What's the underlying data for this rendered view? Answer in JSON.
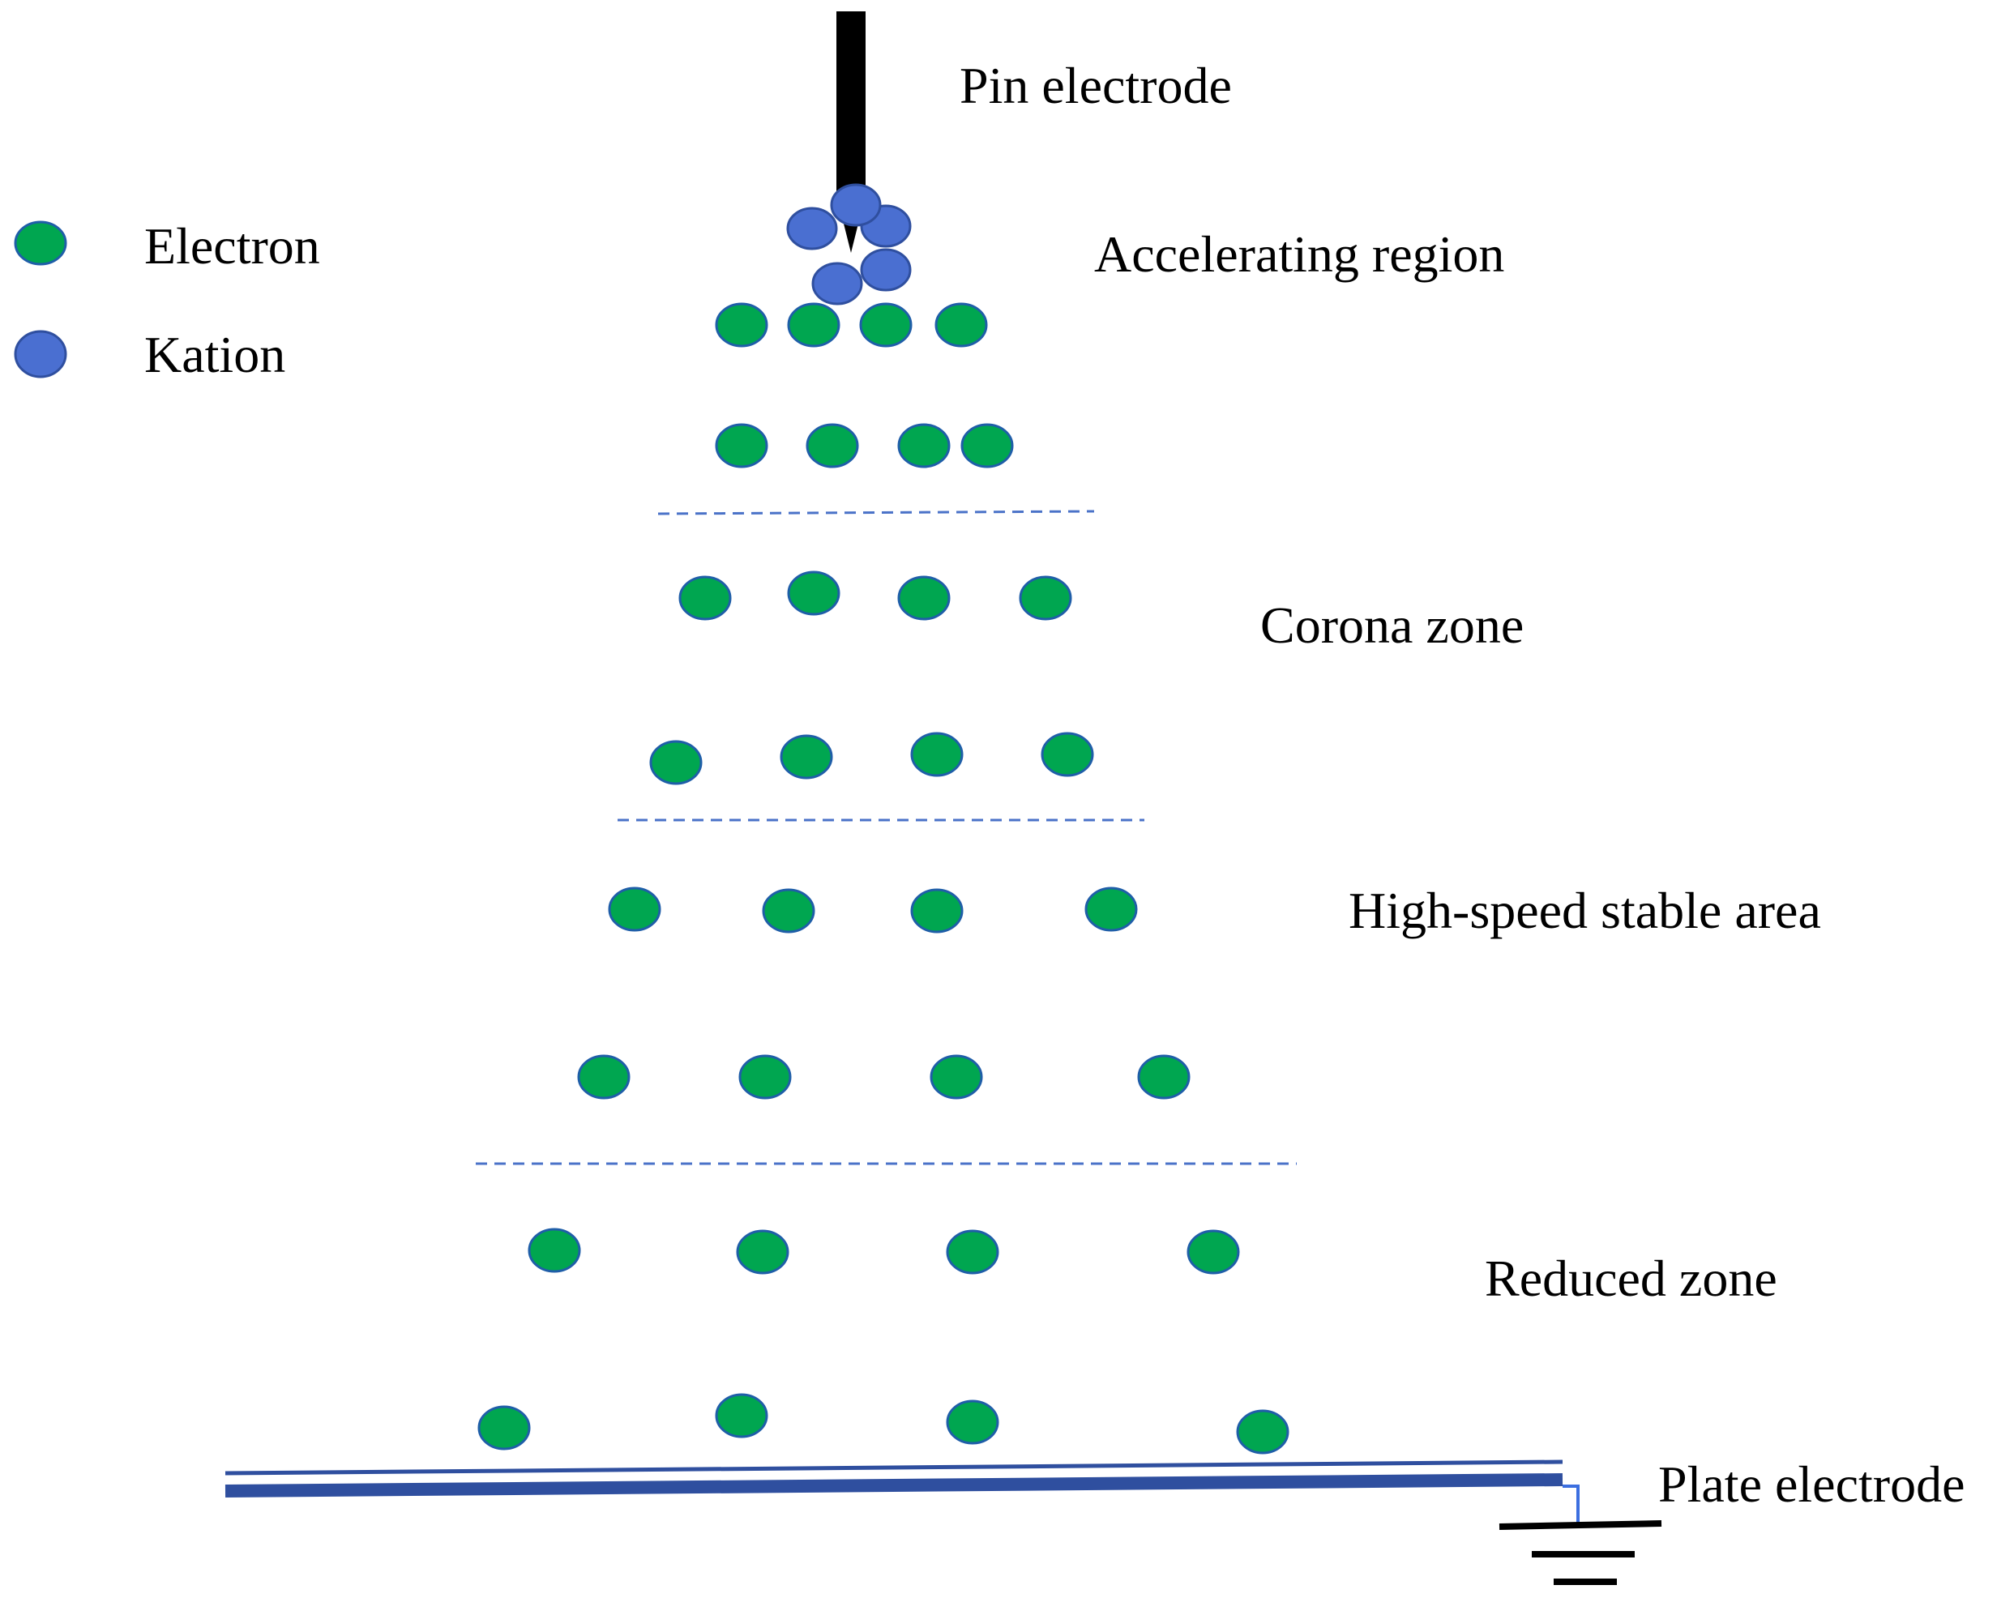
{
  "legend": {
    "items": [
      {
        "label": "Electron",
        "symbol": "electron-dot"
      },
      {
        "label": "Kation",
        "symbol": "kation-dot"
      }
    ]
  },
  "labels": {
    "pin_electrode": "Pin electrode",
    "accelerating_region": "Accelerating region",
    "corona_zone": "Corona zone",
    "high_speed_stable_area": "High-speed stable area",
    "reduced_zone": "Reduced zone",
    "plate_electrode": "Plate electrode"
  },
  "colors": {
    "electron_fill": "#00a650",
    "kation_fill": "#4a6fd1",
    "electrode": "#000000",
    "plate": "#2f4f9f",
    "divider": "#4a72c8"
  }
}
